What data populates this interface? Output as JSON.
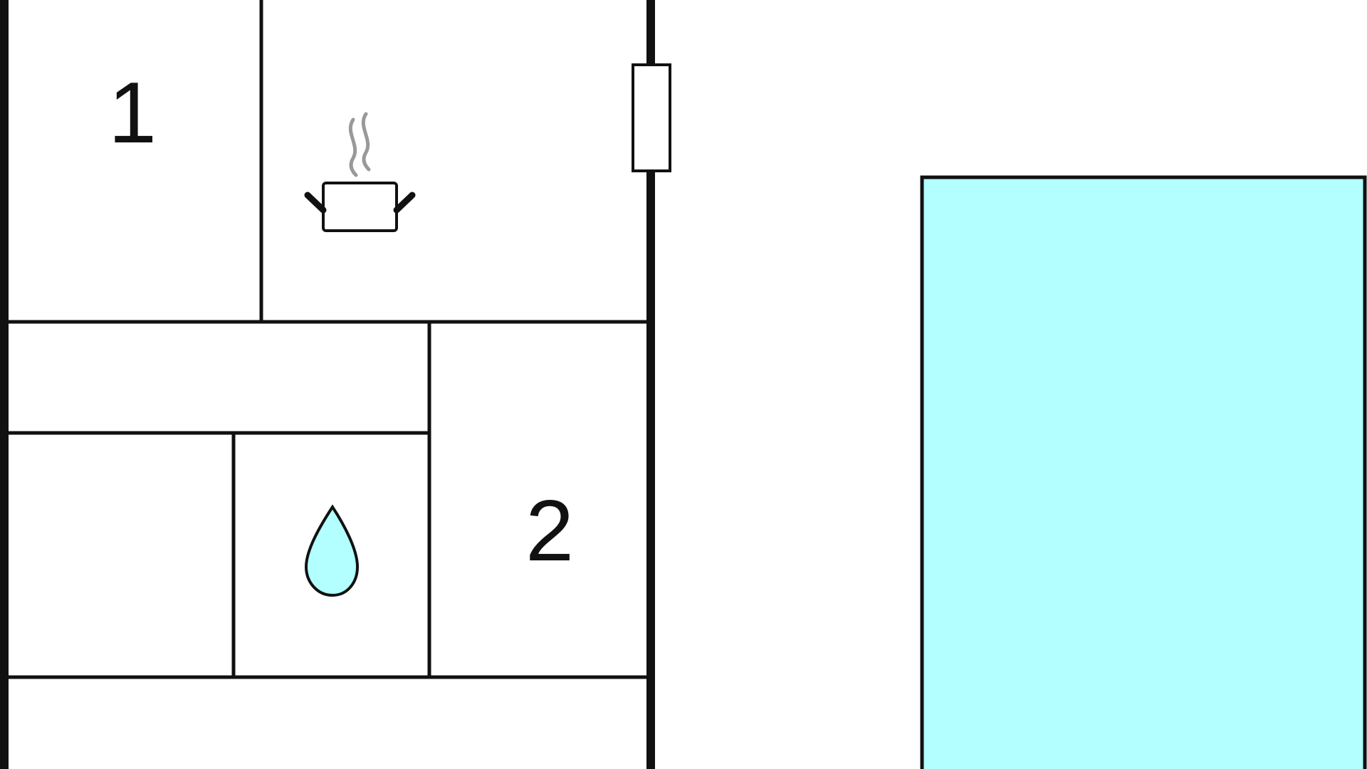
{
  "floorplan": {
    "rooms": [
      {
        "id": "bedroom-1",
        "label": "1"
      },
      {
        "id": "bedroom-2",
        "label": "2"
      }
    ],
    "icons": {
      "kitchen": "cooking-pot-icon",
      "bathroom": "water-drop-icon"
    },
    "colors": {
      "wall": "#111111",
      "background": "#ffffff",
      "pool": "#b3ffff",
      "water_drop": "#b3ffff",
      "steam": "#999999"
    }
  }
}
